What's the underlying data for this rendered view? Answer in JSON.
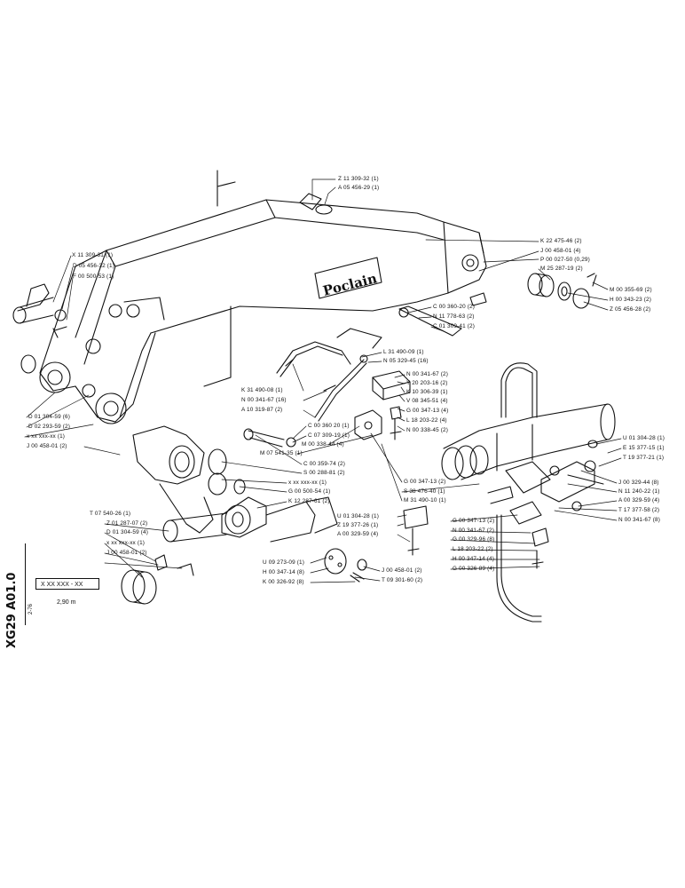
{
  "sheet": {
    "code": "XG29 A01.0",
    "date": "2-76",
    "legend_box": "X XX XXX - XX",
    "legend_value": "2,90 m",
    "brand": "Poclain"
  },
  "labels": {
    "l01": "Z 11 309-32 (1)",
    "l02": "A 05 456-29 (1)",
    "l03": "X 11 309-31 (1)",
    "l04": "D 05 456-32 (1)",
    "l05": "F 00 500-53 (1)",
    "l06": "K 22 475-46 (2)",
    "l07": "J 00 458-01 (4)",
    "l08": "P 00 027-50 (0,29)",
    "l09": "M 25 287-19 (2)",
    "l10": "M 00 355-69 (2)",
    "l11": "H 00 343-23 (2)",
    "l12": "Z 05 456-28 (2)",
    "l13": "C 00 360-20 (2)",
    "l14": "N 11 778-63 (2)",
    "l15": "C 01 309-41 (2)",
    "l16": "L 31 490-09 (1)",
    "l17": "N 05 329-45 (16)",
    "l18": "N 00 341-67 (2)",
    "l19": "Y 20 203-16 (2)",
    "l20": "K 10 306-39 (1)",
    "l21": "V 08 345-51 (4)",
    "l22": "G 00 347-13 (4)",
    "l23": "L 18 203-22 (4)",
    "l24": "N 00 338-45 (2)",
    "l25": "K 31 490-08 (1)",
    "l26": "N 00 341-67 (16)",
    "l27": "A 10 319-87 (2)",
    "l28": "C 00 360 20 (1)",
    "l29": "C 07 309-19 (1)",
    "l30": "M 00 338-44 (4)",
    "l31": "M 07 541-35 (1)",
    "l32": "D 01 304-59 (6)",
    "l33": "D 02 293-59 (2)",
    "l34": "x xx xxx-xx (1)",
    "l35": "J 00 458-01 (2)",
    "l36": "C 00 359-74 (2)",
    "l37": "S 00 288-81 (2)",
    "l38": "x xx xxx-xx (1)",
    "l39": "G 00 500-54 (1)",
    "l40": "K 12 287-61 (2)",
    "l41": "G 00 347-13 (2)",
    "l42": "S 38 476-40 (1)",
    "l43": "M 31 490-10 (1)",
    "l44": "U 01 304-28 (1)",
    "l45": "E 15 377-15 (1)",
    "l46": "T 19 377-21 (1)",
    "l47": "J 00 329-44 (8)",
    "l48": "N 11 240-22 (1)",
    "l49": "A 00 329-59 (4)",
    "l50": "T 17 377-58 (2)",
    "l51": "N 00 341-67 (8)",
    "l52": "T 07 540-26 (1)",
    "l53": "Z 01 287-07 (2)",
    "l54": "D 01 304-59 (4)",
    "l55": "x xx xxx-xx (1)",
    "l56": "J 00 458-01 (2)",
    "l57": "U 01 304-28 (1)",
    "l58": "Z 19 377-26 (1)",
    "l59": "A 00 329-59 (4)",
    "l60": "G 00 347-13 (2)",
    "l61": "N 00 341-67 (2)",
    "l62": "G 00 329-96 (8)",
    "l63": "L 18 203-22 (2)",
    "l64": "H 00 347-14 (4)",
    "l65": "G 00 326-89 (4)",
    "l66": "U 09 273-09 (1)",
    "l67": "H 00 347-14 (8)",
    "l68": "K 00 326-92 (8)",
    "l69": "J 00 458-01 (2)",
    "l70": "T 09 301-60 (2)"
  }
}
